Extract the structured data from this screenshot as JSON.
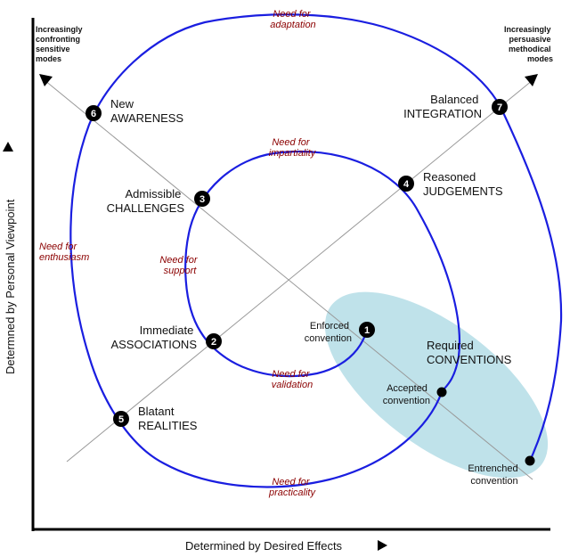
{
  "axes": {
    "x_title": "Determined  by  Desired Effects",
    "y_title": "Determned  by  Personal Viewpoint"
  },
  "corners": {
    "left": [
      "Increasingly",
      "confronting",
      "sensitive",
      "modes"
    ],
    "right": [
      "Increasingly",
      "persuasive",
      "methodical",
      "modes"
    ]
  },
  "nodes": [
    {
      "num": "1",
      "lines": [
        "Enforced",
        "convention"
      ]
    },
    {
      "num": "2",
      "lines": [
        "Immediate",
        "ASSOCIATIONS"
      ]
    },
    {
      "num": "3",
      "lines": [
        "Admissible",
        "CHALLENGES"
      ]
    },
    {
      "num": "4",
      "lines": [
        "Reasoned",
        "JUDGEMENTS"
      ]
    },
    {
      "num": "5",
      "lines": [
        "Blatant",
        "REALITIES"
      ]
    },
    {
      "num": "6",
      "lines": [
        "New",
        "AWARENESS"
      ]
    },
    {
      "num": "7",
      "lines": [
        "Balanced",
        "INTEGRATION"
      ]
    }
  ],
  "needs": [
    {
      "lines": [
        "Need for",
        "adaptation"
      ]
    },
    {
      "lines": [
        "Need for",
        "impartiality"
      ]
    },
    {
      "lines": [
        "Need for",
        "enthusiasm"
      ]
    },
    {
      "lines": [
        "Need for",
        "support"
      ]
    },
    {
      "lines": [
        "Need for",
        "validation"
      ]
    },
    {
      "lines": [
        "Need for",
        "practicality"
      ]
    }
  ],
  "conventions": {
    "required": [
      "Required",
      "CONVENTIONS"
    ],
    "accepted": [
      "Accepted",
      "convention"
    ],
    "entrenched": [
      "Entrenched",
      "convention"
    ]
  },
  "colors": {
    "spiral": "#1a1ee0",
    "ellipse": "#bfe2ea",
    "need_text": "#8b0000",
    "node_fill": "#000000"
  }
}
